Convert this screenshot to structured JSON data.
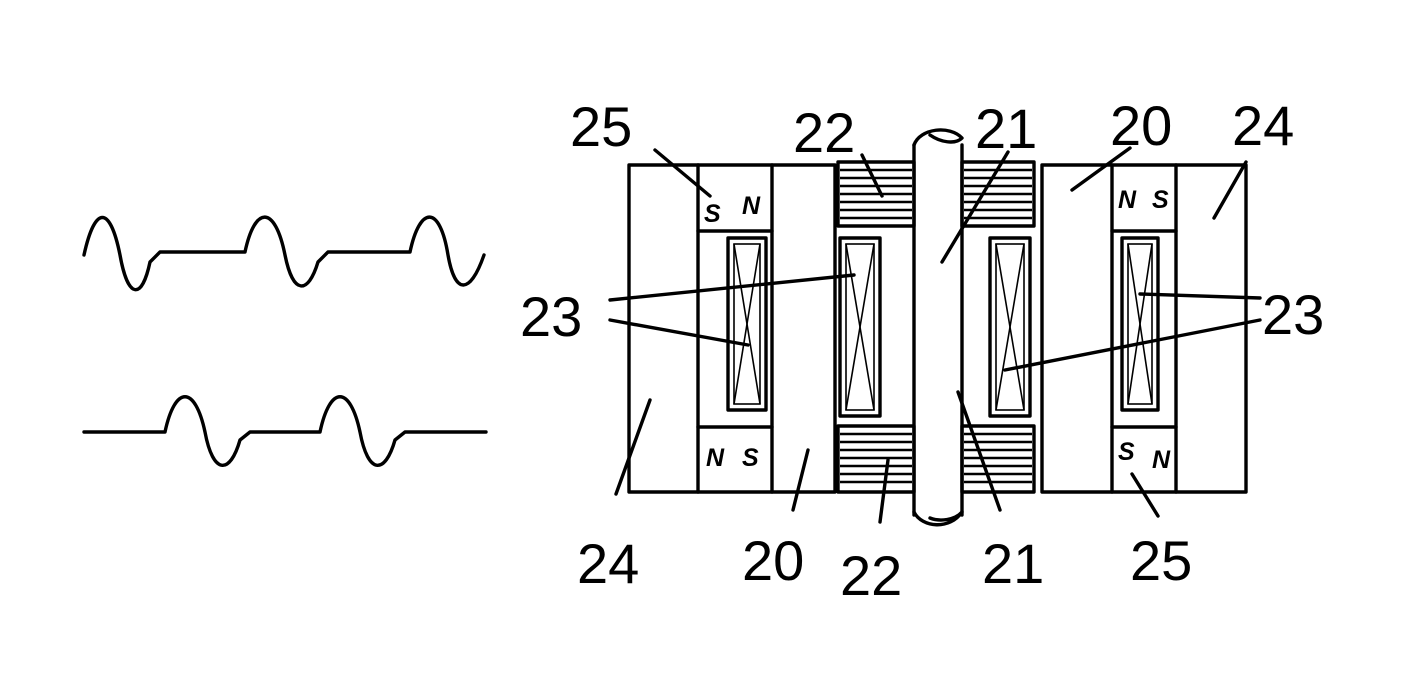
{
  "labels": {
    "top_25": "25",
    "top_22": "22",
    "top_21": "21",
    "top_20": "20",
    "top_24": "24",
    "left_23": "23",
    "right_23": "23",
    "bottom_24": "24",
    "bottom_20": "20",
    "bottom_22": "22",
    "bottom_21": "21",
    "bottom_25": "25"
  },
  "magnets": {
    "top_left": {
      "s": "S",
      "n": "N"
    },
    "bottom_left": {
      "n": "N",
      "s": "S"
    },
    "top_right": {
      "n": "N",
      "s": "S"
    },
    "bottom_right": {
      "s": "S",
      "n": "N"
    }
  },
  "colors": {
    "ink": "#000000",
    "paper": "#ffffff"
  }
}
